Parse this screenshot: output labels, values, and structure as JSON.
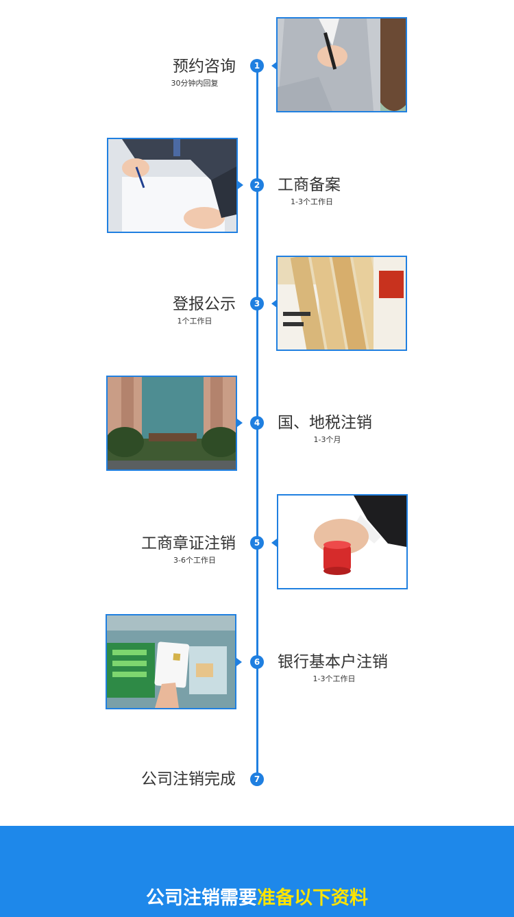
{
  "colors": {
    "accent": "#1f7fe0",
    "banner": "#1e88ea",
    "highlight": "#ffe400",
    "text": "#333333"
  },
  "steps": [
    {
      "number": "1",
      "title": "预约咨询",
      "subtitle": "30分钟内回复",
      "image": "business-woman-pen-photo"
    },
    {
      "number": "2",
      "title": "工商备案",
      "subtitle": "1-3个工作日",
      "image": "hands-writing-paper-photo"
    },
    {
      "number": "3",
      "title": "登报公示",
      "subtitle": "1个工作日",
      "image": "rolled-newspapers-photo"
    },
    {
      "number": "4",
      "title": "国、地税注销",
      "subtitle": "1-3个月",
      "image": "tax-bureau-building-photo"
    },
    {
      "number": "5",
      "title": "工商章证注销",
      "subtitle": "3-6个工作日",
      "image": "red-stamp-hand-photo"
    },
    {
      "number": "6",
      "title": "银行基本户注销",
      "subtitle": "1-3个工作日",
      "image": "bank-card-atm-photo"
    },
    {
      "number": "7",
      "title": "公司注销完成",
      "subtitle": ""
    }
  ],
  "footer": {
    "title_part1": "公司注销需要",
    "title_part2": "准备以下资料"
  }
}
